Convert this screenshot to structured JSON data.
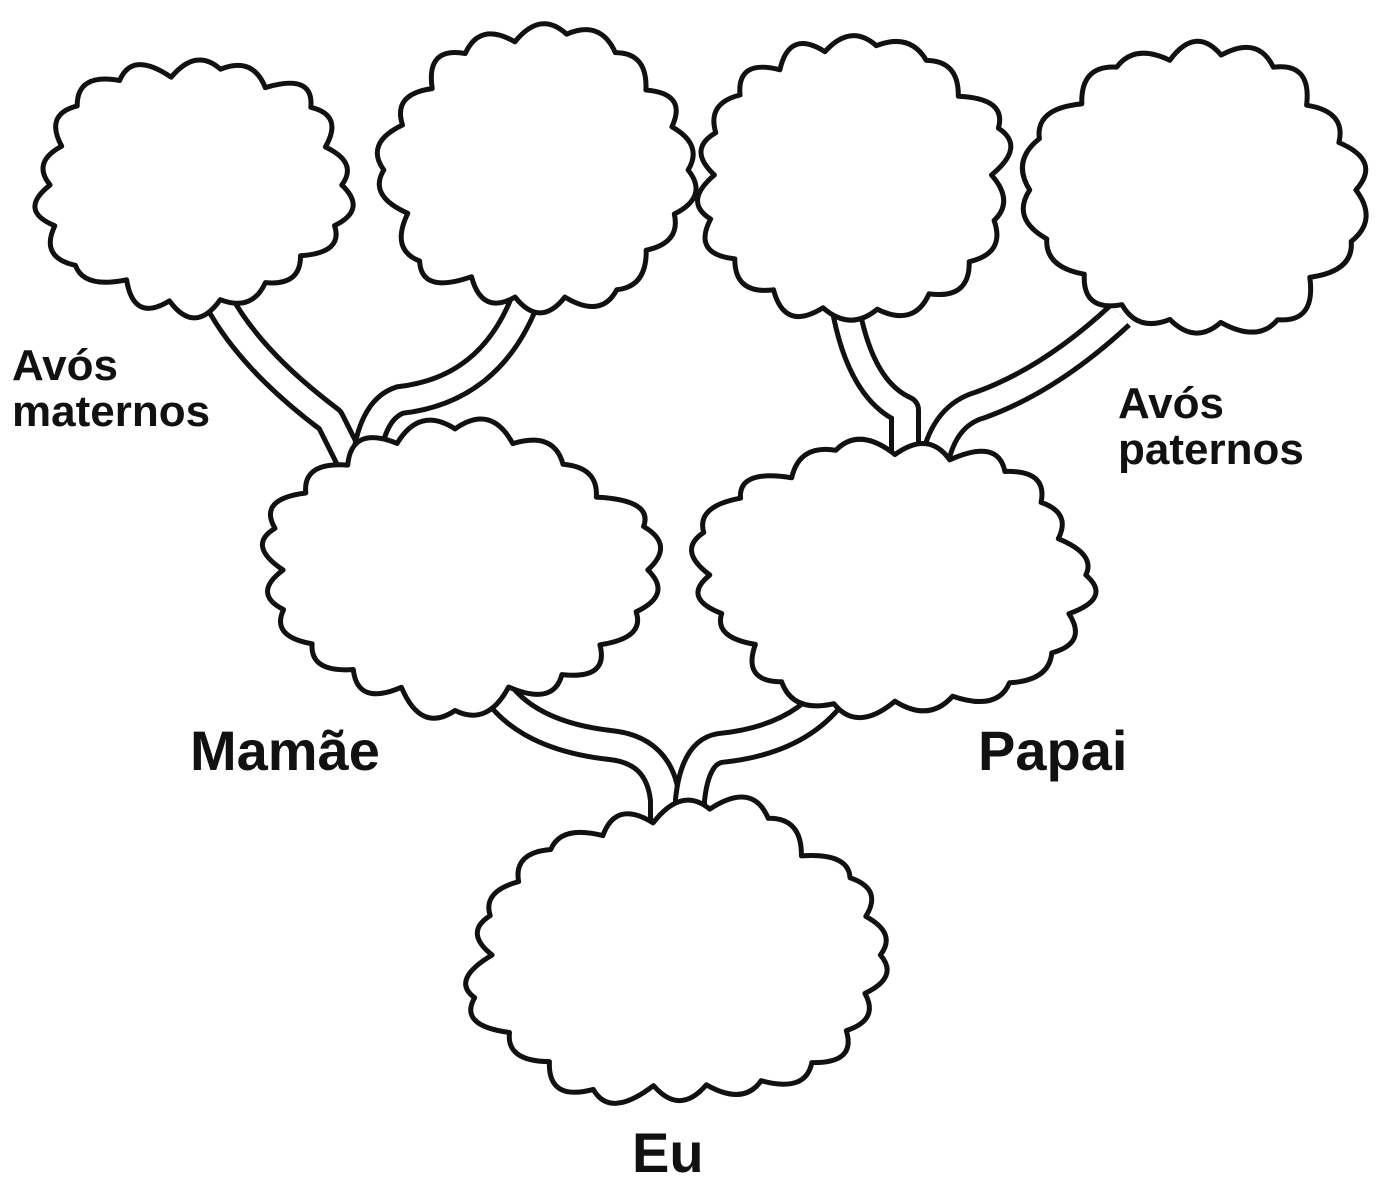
{
  "labels": {
    "maternal_line1": "Avós",
    "maternal_line2": "maternos",
    "paternal_line1": "Avós",
    "paternal_line2": "paternos",
    "mother": "Mamãe",
    "father": "Papai",
    "me": "Eu"
  },
  "colors": {
    "outline": "#111111",
    "fill": "#ffffff"
  }
}
